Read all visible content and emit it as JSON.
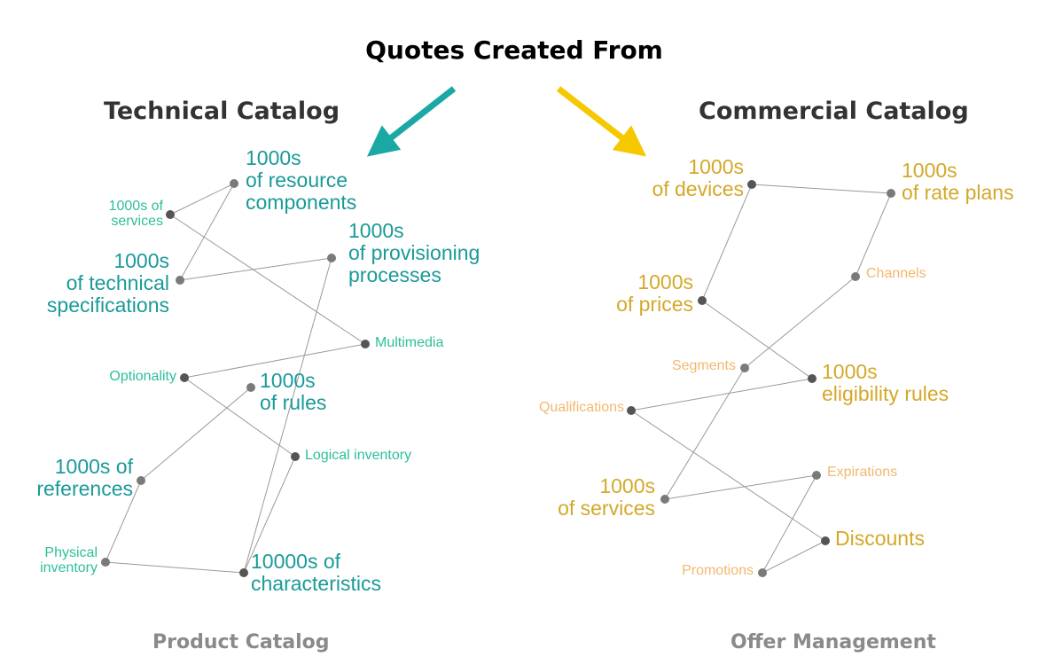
{
  "header": {
    "title": "Quotes Created From"
  },
  "technical": {
    "title": "Technical Catalog",
    "footer": "Product Catalog",
    "labels": {
      "resource_components": "1000s\nof resource\ncomponents",
      "services": "1000s of\nservices",
      "provisioning": "1000s\nof provisioning\nprocesses",
      "tech_specs": "1000s\nof technical\nspecifications",
      "multimedia": "Multimedia",
      "optionality": "Optionality",
      "rules": "1000s\nof rules",
      "logical_inventory": "Logical inventory",
      "references": "1000s of\nreferences",
      "physical_inventory": "Physical\ninventory",
      "characteristics": "10000s of\ncharacteristics"
    }
  },
  "commercial": {
    "title": "Commercial Catalog",
    "footer": "Offer Management",
    "labels": {
      "devices": "1000s\nof devices",
      "rate_plans": "1000s\nof rate plans",
      "channels": "Channels",
      "prices": "1000s\nof prices",
      "segments": "Segments",
      "eligibility": "1000s\neligibility rules",
      "qualifications": "Qualifications",
      "expirations": "Expirations",
      "services": "1000s\nof services",
      "discounts": "Discounts",
      "promotions": "Promotions"
    }
  },
  "colors": {
    "teal_arrow": "#1aa8a4",
    "gold_arrow": "#f5c800",
    "teal_large": "#1a9a98",
    "teal_small": "#2dbf9a",
    "gold_large": "#d4a82a",
    "gold_small": "#f2b870",
    "node": "#6b6b6b",
    "edge": "#9a9a9a"
  }
}
